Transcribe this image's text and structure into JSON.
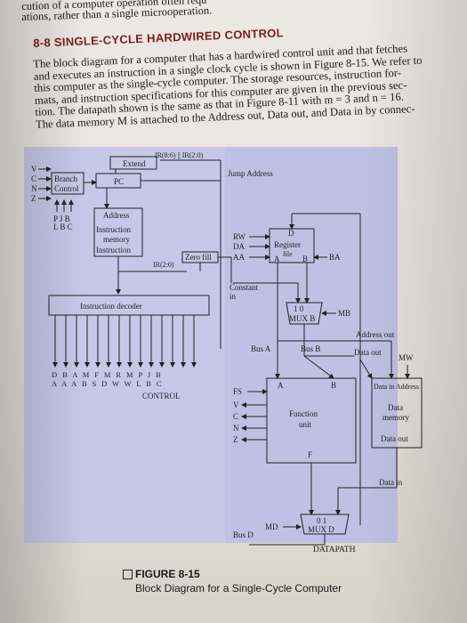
{
  "page": {
    "top_line_1": "cution of a computer operation often requ",
    "top_line_2": "ations, rather than a single microoperation.",
    "section_heading": "8-8   SINGLE-CYCLE HARDWIRED CONTROL",
    "paragraph": [
      "The block diagram for a computer that has a hardwired control unit and that fetches",
      "and executes an instruction in a single clock cycle is shown in Figure 8-15. We refer to",
      "this computer as the single-cycle computer. The storage resources, instruction for-",
      "mats, and instruction specifications for this computer are given in the previous sec-",
      "tion. The datapath shown is the same as that in Figure 8-11 with m = 3 and n = 16.",
      "The data memory M is attached to the Address out, Data out, and Data in by connec-"
    ],
    "figure_number": "FIGURE 8-15",
    "figure_caption": "Block Diagram for a Single-Cycle Computer"
  },
  "diagram": {
    "extend": "Extend",
    "ir_fields": "IR(8:6) || IR(2:0)",
    "jump_address": "Jump Address",
    "branch_control": [
      "Branch",
      "Control"
    ],
    "flags_left": [
      "V",
      "C",
      "N",
      "Z"
    ],
    "pc": "PC",
    "pjb": "P J B",
    "lbc": "L B C",
    "instruction_memory": [
      "Address",
      "Instruction",
      "memory",
      "Instruction"
    ],
    "zero_fill": "Zero fill",
    "ir_20": "IR(2:0)",
    "constant_in": [
      "Constant",
      "in"
    ],
    "instruction_decoder": "Instruction decoder",
    "rw": "RW",
    "da": "DA",
    "aa": "AA",
    "register_file": [
      "D",
      "Register",
      "file"
    ],
    "reg_a": "A",
    "reg_b": "B",
    "ba": "BA",
    "mux_b": [
      "1  0",
      "MUX B"
    ],
    "mb": "MB",
    "address_out": "Address out",
    "data_out_top": "Data out",
    "mw": "MW",
    "bus_a": "Bus A",
    "bus_b": "Bus B",
    "ctrl_row1": "D B A M F M R M P J B",
    "ctrl_row2": "A A A B S D W W L B C",
    "control": "CONTROL",
    "fs": "FS",
    "fu_a": "A",
    "fu_b": "B",
    "flags_fu": [
      "V",
      "C",
      "N",
      "Z"
    ],
    "function_unit": [
      "Function",
      "unit"
    ],
    "fu_f": "F",
    "data_memory": [
      "Data in  Address",
      "Data",
      "memory",
      "Data out"
    ],
    "data_in": "Data in",
    "md": "MD",
    "mux_d": [
      "0  1",
      "MUX D"
    ],
    "bus_d": "Bus D",
    "datapath": "DATAPATH"
  }
}
